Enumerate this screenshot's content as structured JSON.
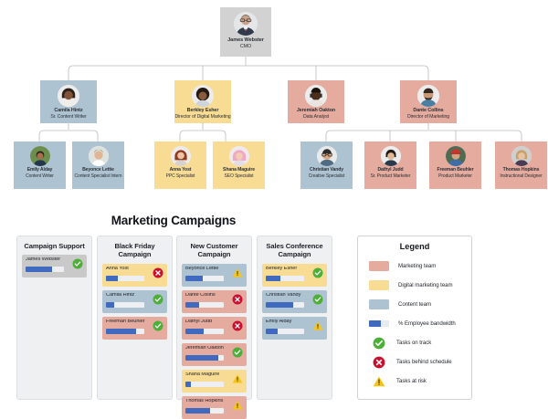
{
  "org_chart": {
    "levels": [
      {
        "nodes": [
          {
            "name": "James Webster",
            "role": "CMO",
            "color": "grey",
            "avatar": "man-glasses-suit"
          }
        ]
      },
      {
        "nodes": [
          {
            "name": "Camila Hintz",
            "role": "Sr. Content Writer",
            "color": "blue",
            "avatar": "woman-dark-hair"
          },
          {
            "name": "Berkley Esher",
            "role": "Director of Digital Marketing",
            "color": "yellow",
            "avatar": "woman-curly-hair"
          },
          {
            "name": "Jeremiah Oakton",
            "role": "Data Analyst",
            "color": "salmon",
            "avatar": "man-headphones"
          },
          {
            "name": "Dante Collins",
            "role": "Director of Marketing",
            "color": "salmon",
            "avatar": "man-beard"
          }
        ]
      },
      {
        "nodes": [
          {
            "name": "Emily Alday",
            "role": "Content Writer",
            "color": "blue",
            "avatar": "woman-outdoors"
          },
          {
            "name": "Beyonce Lettie",
            "role": "Content Specialist Intern",
            "color": "blue",
            "avatar": "woman-smiling"
          },
          {
            "name": "Anna Yost",
            "role": "PPC Specialist",
            "color": "yellow",
            "avatar": "woman-red-hair"
          },
          {
            "name": "Shana Maguire",
            "role": "SEO Specialist",
            "color": "yellow",
            "avatar": "woman-pink-hair"
          },
          {
            "name": "Christian Vandy",
            "role": "Creative Specialist",
            "color": "blue",
            "avatar": "man-glasses"
          },
          {
            "name": "Dathyl Judd",
            "role": "Sr. Product Marketer",
            "color": "salmon",
            "avatar": "woman-short-hair"
          },
          {
            "name": "Freeman Beuhler",
            "role": "Product Marketer",
            "color": "salmon",
            "avatar": "man-beanie"
          },
          {
            "name": "Thomas Hopkins",
            "role": "Instructional Designer",
            "color": "salmon",
            "avatar": "woman-blonde"
          }
        ]
      }
    ]
  },
  "campaigns": {
    "title": "Marketing Campaigns",
    "columns": [
      {
        "title": "Campaign Support",
        "cards": [
          {
            "name": "James Webster",
            "color": "grey",
            "progress": 70,
            "status": "on-track"
          }
        ]
      },
      {
        "title": "Black Friday Campaign",
        "cards": [
          {
            "name": "Anna Yost",
            "color": "yellow",
            "progress": 30,
            "status": "behind"
          },
          {
            "name": "Camila Hintz",
            "color": "blue",
            "progress": 22,
            "status": "on-track"
          },
          {
            "name": "Freeman Beuhler",
            "color": "salmon",
            "progress": 78,
            "status": "on-track"
          }
        ]
      },
      {
        "title": "New Customer Campaign",
        "cards": [
          {
            "name": "Beyonce Lettie",
            "color": "blue",
            "progress": 45,
            "status": "at-risk"
          },
          {
            "name": "Dante Collins",
            "color": "salmon",
            "progress": 35,
            "status": "behind"
          },
          {
            "name": "Dathyl Judd",
            "color": "salmon",
            "progress": 48,
            "status": "behind"
          },
          {
            "name": "Jeremiah Oakton",
            "color": "salmon",
            "progress": 85,
            "status": "on-track"
          },
          {
            "name": "Shana Maguire",
            "color": "yellow",
            "progress": 14,
            "status": "at-risk"
          },
          {
            "name": "Thomas Hopkins",
            "color": "salmon",
            "progress": 65,
            "status": "at-risk"
          }
        ]
      },
      {
        "title": "Sales Conference Campaign",
        "cards": [
          {
            "name": "Berkley Esher",
            "color": "yellow",
            "progress": 38,
            "status": "on-track"
          },
          {
            "name": "Christian Vandy",
            "color": "blue",
            "progress": 72,
            "status": "on-track"
          },
          {
            "name": "Emily Alday",
            "color": "blue",
            "progress": 30,
            "status": "at-risk"
          }
        ]
      }
    ]
  },
  "legend": {
    "title": "Legend",
    "swatches": [
      {
        "label": "Marketing team",
        "color": "#e5ab9e"
      },
      {
        "label": "Digital marketing team",
        "color": "#f8dc94"
      },
      {
        "label": "Content team",
        "color": "#aec3d1"
      }
    ],
    "bandwidth": {
      "label": "% Employee bandwidth",
      "color": "#4069c0"
    },
    "statuses": [
      {
        "label": "Tasks on track",
        "icon": "check-circle-icon",
        "color": "#4caf38"
      },
      {
        "label": "Tasks behind schedule",
        "icon": "x-circle-icon",
        "color": "#c8102e"
      },
      {
        "label": "Tasks at risk",
        "icon": "warning-triangle-icon",
        "color": "#f5c518"
      }
    ]
  }
}
